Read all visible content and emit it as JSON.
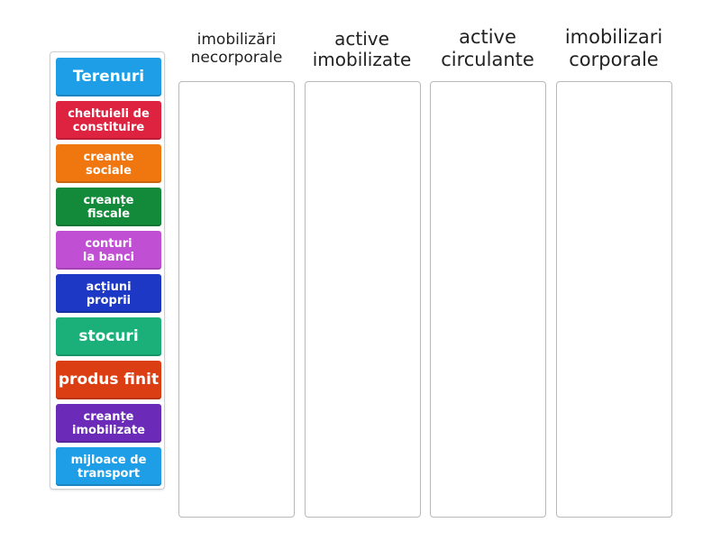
{
  "columns": [
    {
      "label": "imobilizări\nnecorporale",
      "font_size": 17
    },
    {
      "label": "active\nimobilizate",
      "font_size": 20
    },
    {
      "label": "active\ncirculante",
      "font_size": 21
    },
    {
      "label": "imobilizari\ncorporale",
      "font_size": 21
    }
  ],
  "tiles": [
    {
      "label": "Terenuri",
      "color": "#1e9ee6",
      "big": true
    },
    {
      "label": "cheltuieli de\nconstituire",
      "color": "#de2340"
    },
    {
      "label": "creante\nsociale",
      "color": "#f07610"
    },
    {
      "label": "creanțe\nfiscale",
      "color": "#138a3a"
    },
    {
      "label": "conturi\nla banci",
      "color": "#c04fd4"
    },
    {
      "label": "acțiuni\nproprii",
      "color": "#1c38c4"
    },
    {
      "label": "stocuri",
      "color": "#1bb07a",
      "big": true
    },
    {
      "label": "produs finit",
      "color": "#dc3e14",
      "big": true
    },
    {
      "label": "creanțe\nimobilizate",
      "color": "#6b2bb8"
    },
    {
      "label": "mijloace de\ntransport",
      "color": "#1e9ee6"
    }
  ]
}
